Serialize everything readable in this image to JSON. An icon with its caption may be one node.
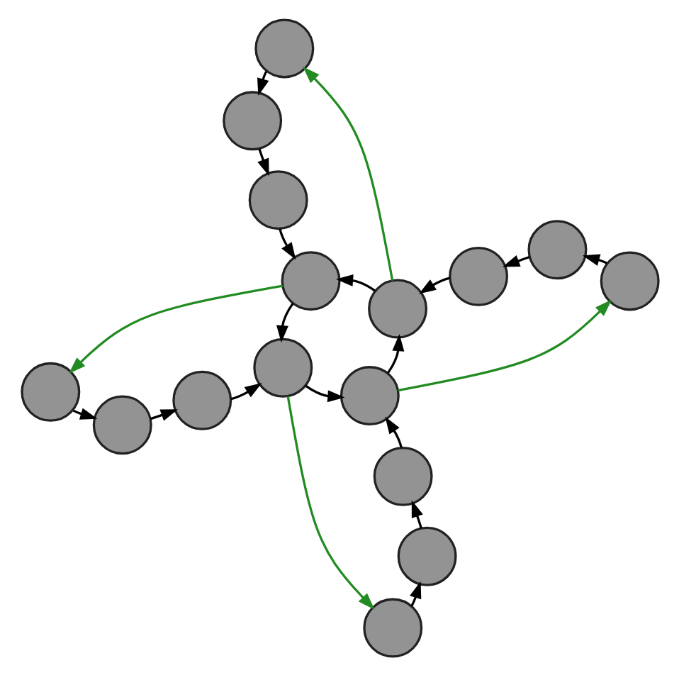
{
  "diagram": {
    "nodes": [
      {
        "text": [],
        "shape": "circle"
      },
      {
        "text": [],
        "shape": "circle"
      },
      {
        "text": [],
        "shape": "circle"
      },
      {
        "text": [],
        "shape": "circle"
      },
      {
        "text": [],
        "shape": "circle"
      },
      {
        "text": [],
        "shape": "circle"
      },
      {
        "text": [],
        "shape": "circle"
      },
      {
        "text": [],
        "shape": "circle"
      },
      {
        "text": [],
        "shape": "circle"
      },
      {
        "text": [],
        "shape": "circle"
      },
      {
        "text": [],
        "shape": "circle"
      },
      {
        "text": [],
        "shape": "circle"
      },
      {
        "text": [],
        "shape": "circle"
      },
      {
        "text": [],
        "shape": "circle"
      },
      {
        "text": [],
        "shape": "circle"
      },
      {
        "text": [],
        "shape": "circle"
      }
    ],
    "edges": [
      {
        "from": 0,
        "to": 1,
        "arrow": "to"
      },
      {
        "from": 1,
        "to": 2,
        "arrow": "to"
      },
      {
        "from": 2,
        "to": 3,
        "arrow": "to"
      },
      {
        "from": 11,
        "to": 10,
        "arrow": "to"
      },
      {
        "from": 10,
        "to": 9,
        "arrow": "to"
      },
      {
        "from": 9,
        "to": 8,
        "arrow": "to"
      },
      {
        "from": 15,
        "to": 14,
        "arrow": "to"
      },
      {
        "from": 14,
        "to": 13,
        "arrow": "to"
      },
      {
        "from": 13,
        "to": 12,
        "arrow": "to"
      },
      {
        "from": 4,
        "to": 5,
        "arrow": "to"
      },
      {
        "from": 5,
        "to": 6,
        "arrow": "to"
      },
      {
        "from": 6,
        "to": 7,
        "arrow": "to"
      },
      {
        "from": 7,
        "to": 3,
        "arrow": "to"
      },
      {
        "from": 3,
        "to": 8,
        "arrow": "to"
      },
      {
        "from": 8,
        "to": 12,
        "arrow": "to"
      },
      {
        "from": 12,
        "to": 7,
        "arrow": "to"
      },
      {
        "from": 7,
        "to": 0,
        "arrow": "to",
        "color": "#228b22"
      },
      {
        "from": 3,
        "to": 11,
        "arrow": "to",
        "color": "#228b22"
      },
      {
        "from": 8,
        "to": 15,
        "arrow": "to",
        "color": "#228b22"
      },
      {
        "from": 12,
        "to": 4,
        "arrow": "to",
        "color": "#228b22"
      }
    ]
  }
}
